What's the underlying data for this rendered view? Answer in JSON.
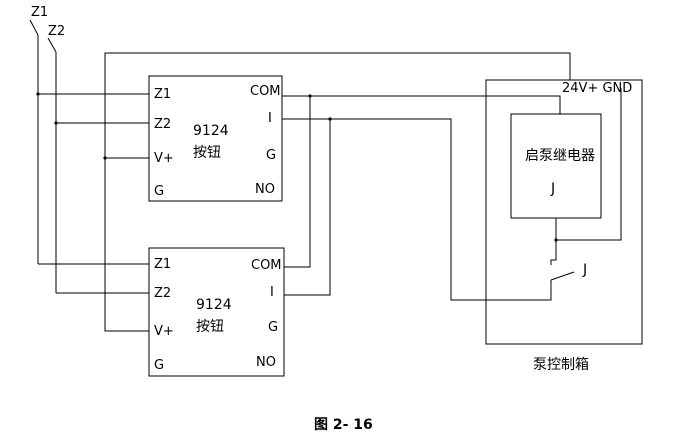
{
  "inputs": {
    "z1": "Z1",
    "z2": "Z2"
  },
  "button_top": {
    "z1": "Z1",
    "z2": "Z2",
    "vplus": "V+",
    "g_left": "G",
    "com": "COM",
    "i": "I",
    "g_right": "G",
    "no": "NO",
    "model": "9124",
    "name": "按钮"
  },
  "button_bottom": {
    "z1": "Z1",
    "z2": "Z2",
    "vplus": "V+",
    "g_left": "G",
    "com": "COM",
    "i": "I",
    "g_right": "G",
    "no": "NO",
    "model": "9124",
    "name": "按钮"
  },
  "control_box": {
    "power_label": "24V+ GND",
    "relay_name": "启泵继电器",
    "relay_code": "J",
    "contact_label": "J",
    "box_label": "泵控制箱"
  },
  "figure": {
    "caption": "图 2- 16"
  }
}
